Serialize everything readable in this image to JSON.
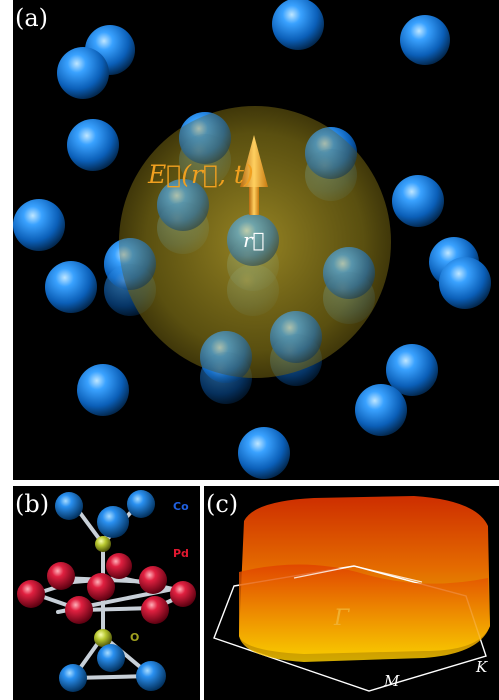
{
  "panels": {
    "a": {
      "label": "(a)",
      "field_label": "E⃗(r⃗, t)",
      "position_label": "r⃗"
    },
    "b": {
      "label": "(b)",
      "legend": [
        "Co",
        "Pd",
        "O"
      ]
    },
    "c": {
      "label": "(c)",
      "point_labels": [
        "Γ",
        "M",
        "K"
      ]
    }
  },
  "colors": {
    "co_atom": "#1b7fd8",
    "pd_atom": "#e01838",
    "o_atom": "#b8c83a",
    "field_arrow": "#f0a020",
    "field_sphere": "#9a8a1a",
    "co_text": "#2060e0",
    "pd_text": "#e01830",
    "o_text": "#a0a020"
  }
}
